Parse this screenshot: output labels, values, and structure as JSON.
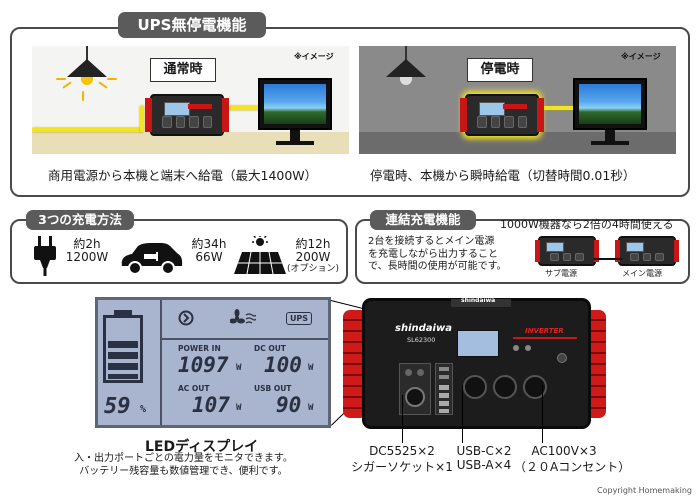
{
  "ups": {
    "title": "UPS無停電機能",
    "image_note": "※イメージ",
    "normal": {
      "label": "通常時",
      "caption": "商用電源から本機と端末へ給電（最大1400W）"
    },
    "outage": {
      "label": "停電時",
      "caption": "停電時、本機から瞬時給電（切替時間0.01秒）"
    }
  },
  "charging": {
    "title": "3つの充電方法",
    "methods": [
      {
        "icon": "plug-icon",
        "time": "約2h",
        "watt": "1200W",
        "note": ""
      },
      {
        "icon": "car-icon",
        "time": "約34h",
        "watt": "66W",
        "note": ""
      },
      {
        "icon": "solar-panel-icon",
        "time": "約12h",
        "watt": "200W",
        "note": "(オプション)"
      }
    ]
  },
  "linking": {
    "title": "連結充電機能",
    "headline": "1000W機器なら2倍の4時間使える",
    "desc_lines": [
      "2台を接続するとメイン電源",
      "を充電しながら出力すること",
      "で、長時間の使用が可能です。"
    ],
    "sub_label": "サブ電源",
    "main_label": "メイン電源"
  },
  "lcd": {
    "battery_percent": "59",
    "percent_sign": "%",
    "power_in_label": "POWER IN",
    "power_in_value": "1097",
    "dc_out_label": "DC OUT",
    "dc_out_value": "100",
    "ac_out_label": "AC OUT",
    "ac_out_value": "107",
    "usb_out_label": "USB OUT",
    "usb_out_value": "90",
    "unit": "W",
    "ups_badge": "UPS"
  },
  "device": {
    "brand": "shindaiwa",
    "model": "SL62300",
    "inverter": "INVERTER",
    "top_brand": "shindaiwa"
  },
  "led": {
    "title": "LEDディスプレイ",
    "desc_lines": [
      "入・出力ポートごとの電力量をモニタできます。",
      "バッテリー残容量も数値管理でき、便利です。"
    ]
  },
  "ports": {
    "dc_lines": [
      "DC5525×2",
      "シガーソケット×1"
    ],
    "usb_lines": [
      "USB-C×2",
      "USB-A×4"
    ],
    "ac_lines": [
      "AC100V×3",
      "（２０Aコンセント）"
    ]
  },
  "copyright": "Copyright  Homemaking",
  "colors": {
    "tab": "#5b5b5b",
    "frame": "#4a4a4a",
    "accent_red": "#c81616",
    "cable_yellow": "#f3e321",
    "lcd_bg": "#a9b4ce"
  }
}
